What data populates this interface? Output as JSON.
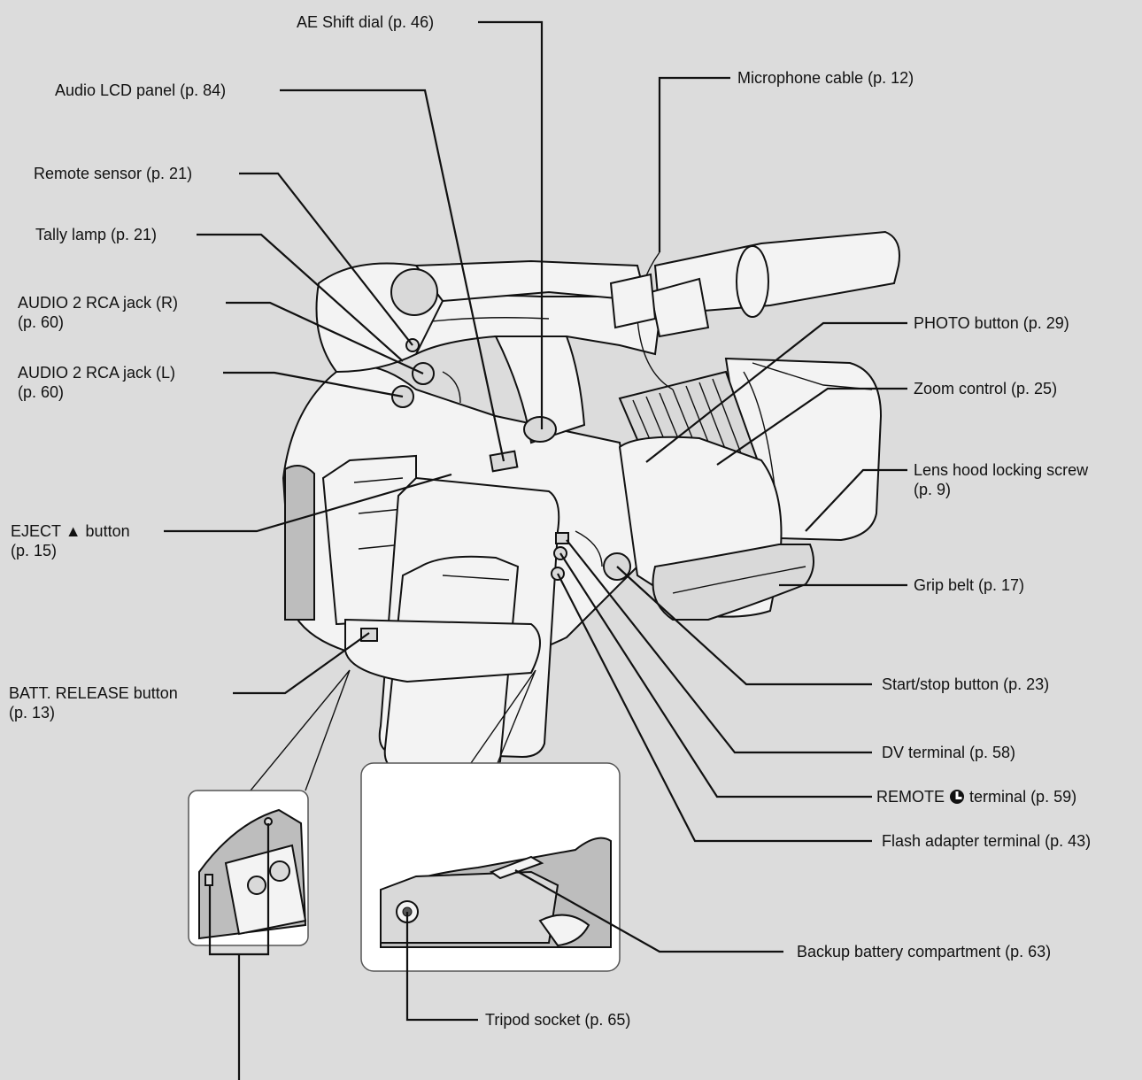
{
  "labels": {
    "ae_shift_dial": "AE Shift dial (p. 46)",
    "audio_lcd_panel": "Audio LCD panel (p. 84)",
    "microphone_cable": "Microphone cable (p. 12)",
    "remote_sensor": "Remote sensor (p. 21)",
    "tally_lamp": "Tally lamp (p. 21)",
    "audio2_r_line1": "AUDIO 2 RCA jack (R)",
    "audio2_r_line2": "(p. 60)",
    "audio2_l_line1": "AUDIO 2 RCA jack (L)",
    "audio2_l_line2": "(p. 60)",
    "photo_button": "PHOTO button (p. 29)",
    "zoom_control": "Zoom control (p. 25)",
    "lens_hood_line1": "Lens hood locking screw",
    "lens_hood_line2": "(p. 9)",
    "eject_prefix": "EJECT",
    "eject_suffix": "button",
    "eject_line2": "(p. 15)",
    "grip_belt": "Grip belt (p. 17)",
    "batt_release_line1": "BATT. RELEASE button",
    "batt_release_line2": "(p. 13)",
    "start_stop": "Start/stop button (p. 23)",
    "dv_terminal": "DV terminal (p. 58)",
    "remote_prefix": "REMOTE",
    "remote_suffix": "terminal (p. 59)",
    "flash_adapter": "Flash adapter terminal (p. 43)",
    "backup_battery": "Backup battery compartment (p. 63)",
    "tripod_socket": "Tripod socket (p. 65)"
  },
  "icons": {
    "eject": "eject-icon",
    "remote": "lanc-icon"
  },
  "colors": {
    "background": "#dcdcdc",
    "ink": "#111111",
    "inset": "#ffffff"
  }
}
